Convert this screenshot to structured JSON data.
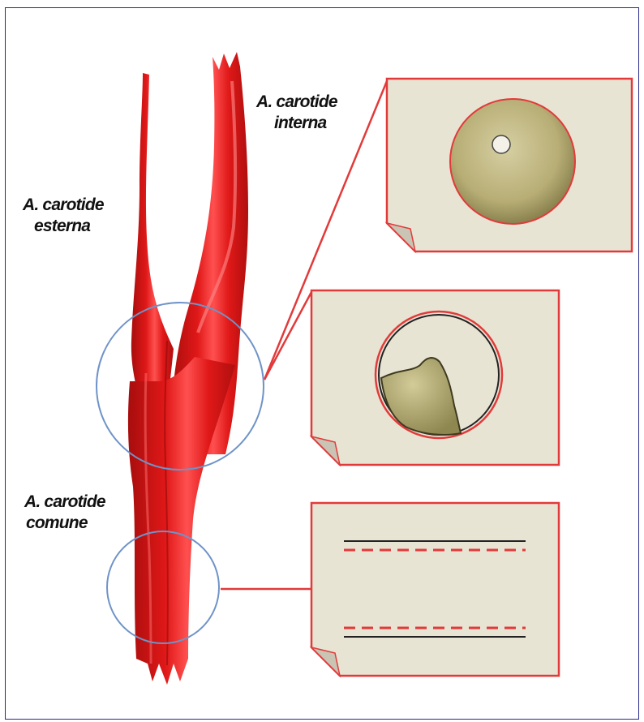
{
  "labels": {
    "internal": {
      "line1": "A. carotide",
      "line2": "interna"
    },
    "external": {
      "line1": "A. carotide",
      "line2": "esterna"
    },
    "common": {
      "line1": "A. carotide",
      "line2": "comune"
    }
  },
  "colors": {
    "frame": "#2a2a8a",
    "artery": "#e01818",
    "artery_dark": "#a80d0d",
    "artery_light": "#ff6a6a",
    "panel_fill": "#e8e4d4",
    "panel_border": "#e23a3a",
    "circle": "#6f93c8",
    "plaque": "#b9b07a",
    "plaque_dark": "#5a5530"
  },
  "icons": {
    "panel_corner": "folded-corner-icon"
  }
}
